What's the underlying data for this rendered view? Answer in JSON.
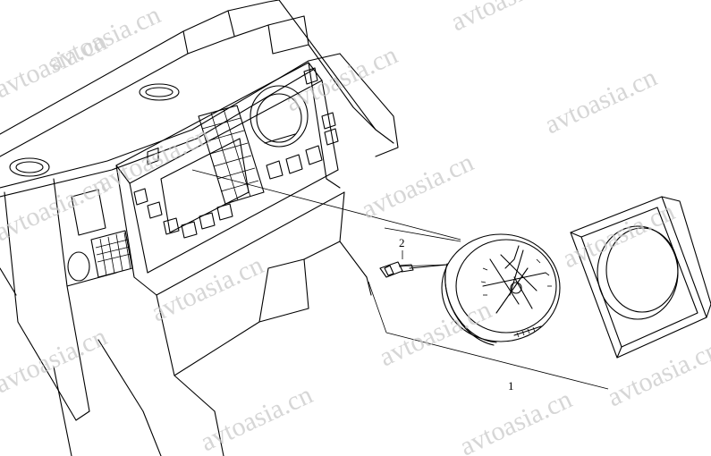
{
  "diagram": {
    "watermark_text": "avtoasia.cn",
    "callouts": [
      {
        "id": "1",
        "label": "1"
      },
      {
        "id": "2",
        "label": "2"
      }
    ]
  },
  "colors": {
    "line": "#000000",
    "background": "#ffffff",
    "watermark": "#c9c9c9"
  }
}
